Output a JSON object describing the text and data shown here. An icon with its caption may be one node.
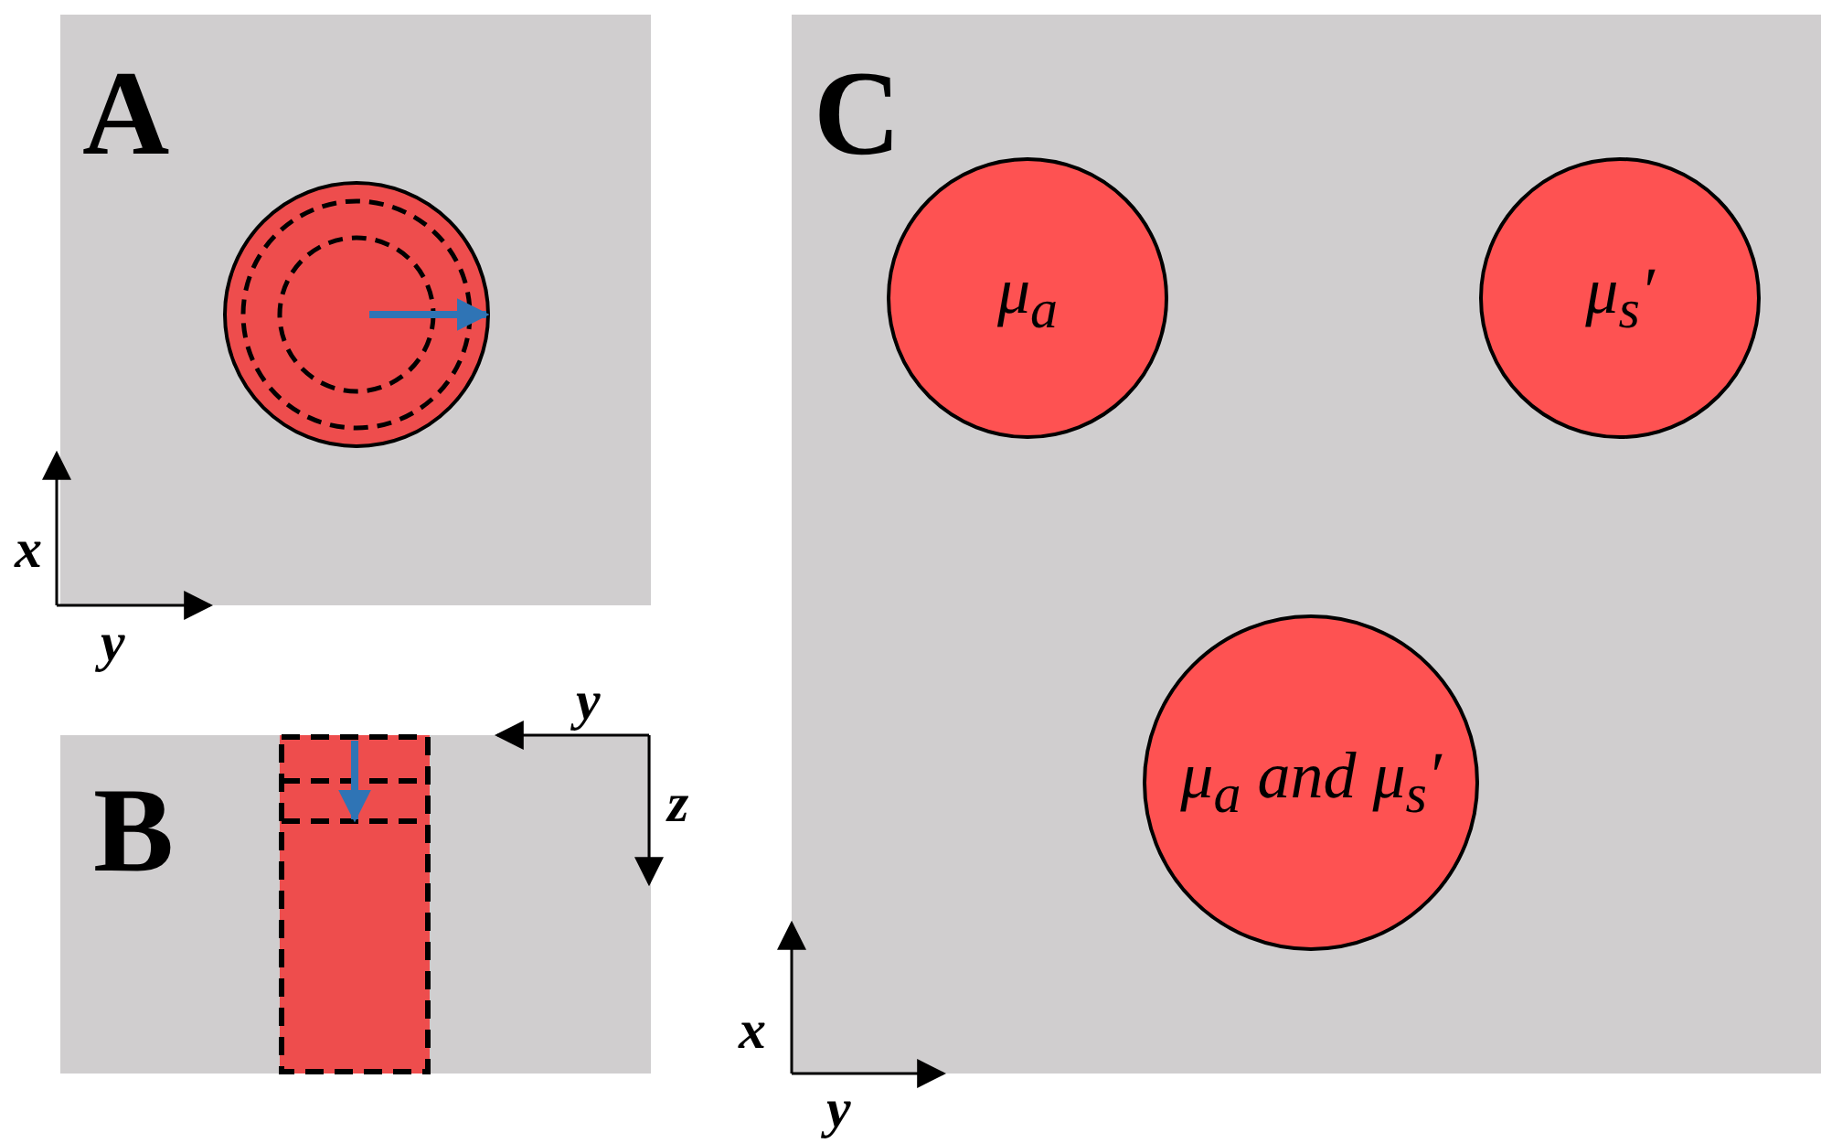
{
  "diagram": {
    "nodes": [
      {
        "text": [
          "A"
        ]
      },
      {
        "text": [],
        "shape": "circle",
        "in": 0
      },
      {
        "text": [
          "B"
        ]
      },
      {
        "text": [],
        "shape": "box",
        "in": 2
      },
      {
        "text": [
          "C"
        ]
      },
      {
        "text": [
          "μ$_{a}$"
        ],
        "in": 4
      },
      {
        "text": [
          "μ$_{s}$′"
        ],
        "in": 4
      },
      {
        "text": [
          "μ$_{a}$ and μ$_{s}$′"
        ],
        "in": 4
      }
    ],
    "labels": [
      "x",
      "y",
      "y",
      "z",
      "x",
      "y"
    ]
  }
}
